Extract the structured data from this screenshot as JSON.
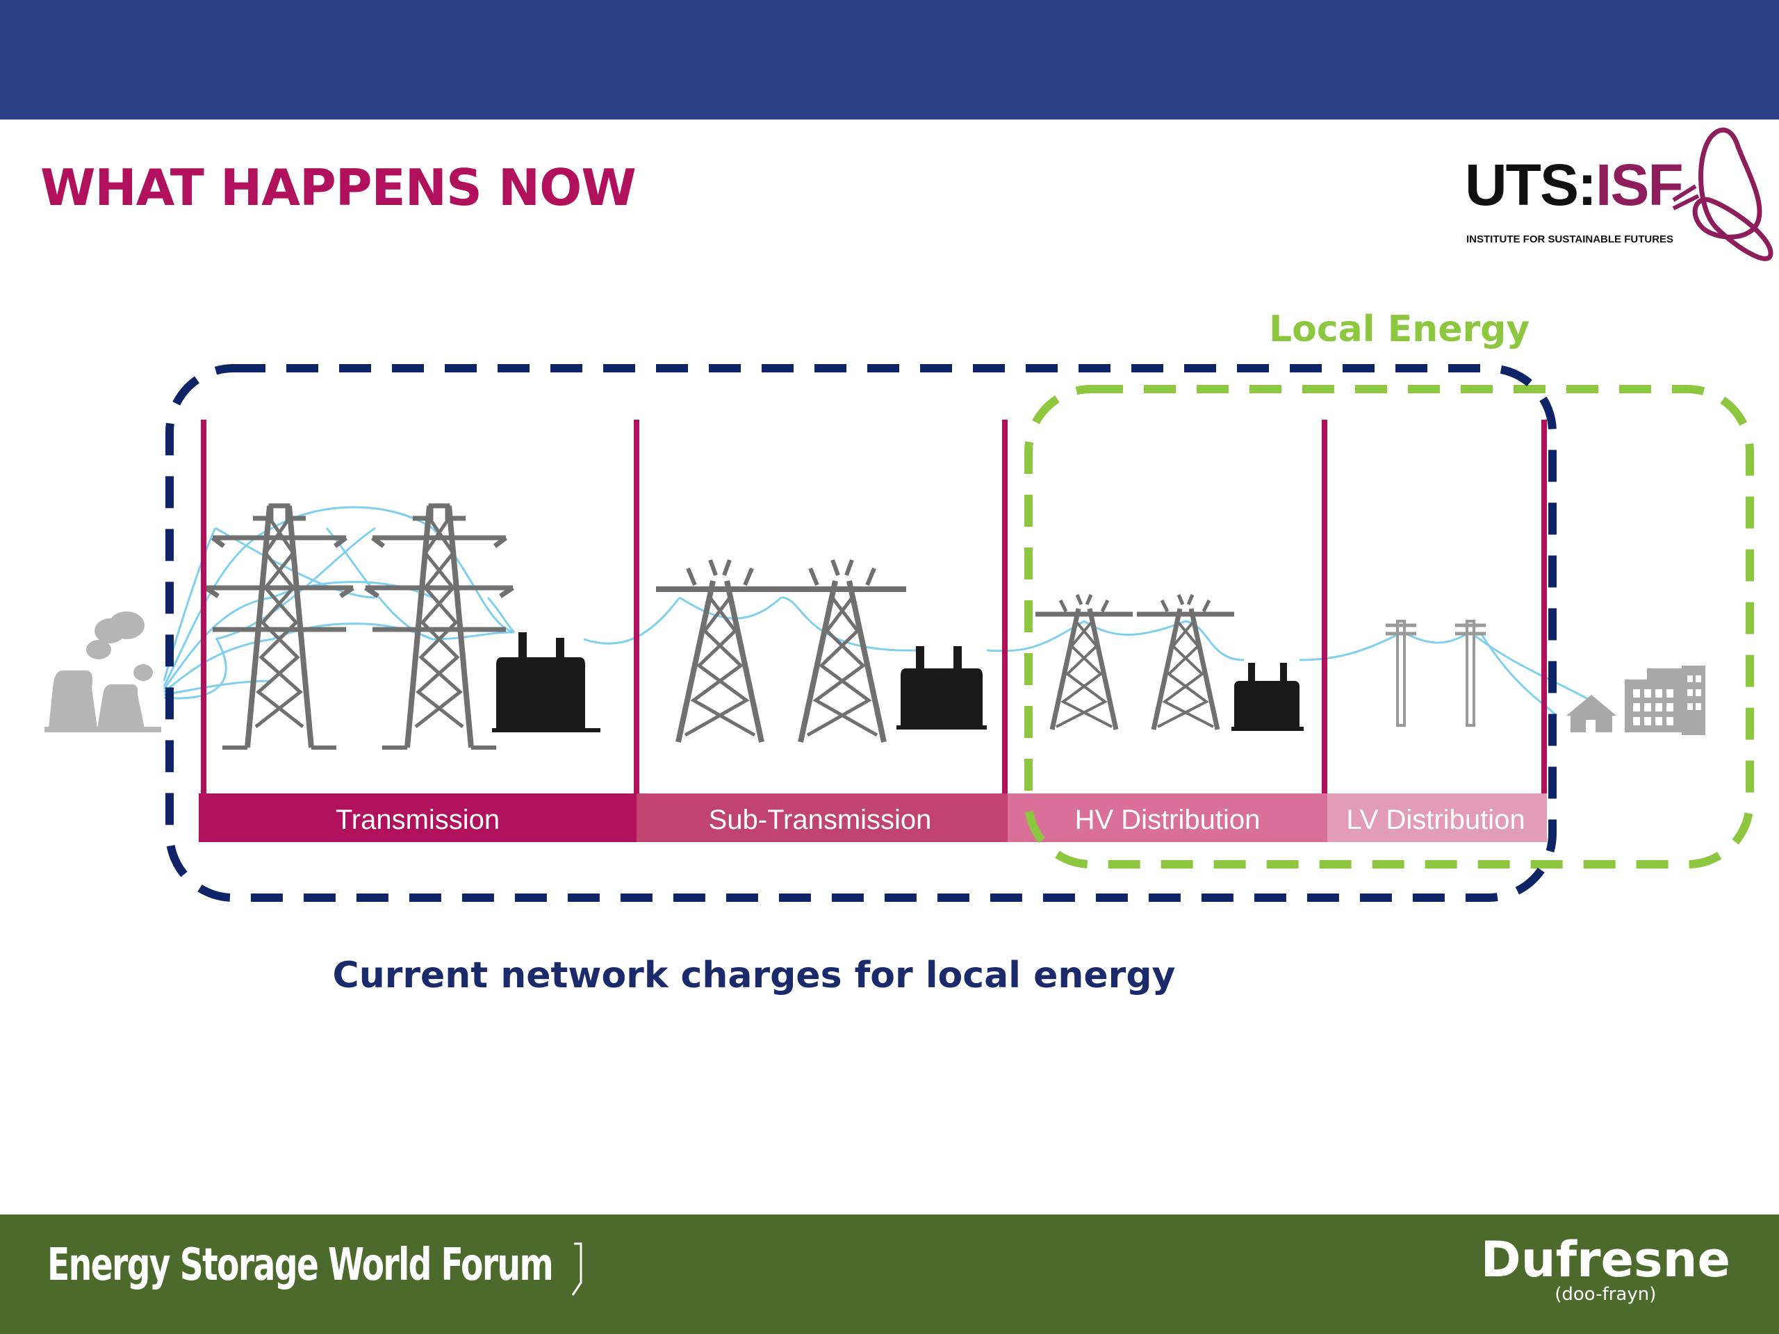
{
  "header": {
    "title": "WHAT HAPPENS NOW"
  },
  "logo": {
    "text_main": "UTS:",
    "text_accent": "ISF",
    "subtitle": "INSTITUTE FOR SUSTAINABLE FUTURES"
  },
  "diagram": {
    "local_energy_label": "Local Energy",
    "segments": [
      {
        "label": "Transmission",
        "color": "#b0105c"
      },
      {
        "label": "Sub-Transmission",
        "color": "#c0446f"
      },
      {
        "label": "HV Distribution",
        "color": "#d97098"
      },
      {
        "label": "LV Distribution",
        "color": "#e39cb6"
      }
    ],
    "colors": {
      "network_box": "#0f2466",
      "local_box": "#8dc63f",
      "divider": "#b0105c",
      "wires": "#7fd0ee",
      "tower": "#707070",
      "transformer": "#1a1a1a",
      "building": "#a8a8a8"
    },
    "caption": "Current network charges for local energy"
  },
  "footer": {
    "left_text": "Energy Storage World Forum",
    "brand_name": "Dufresne",
    "brand_pronunciation": "(doo-frayn)"
  }
}
